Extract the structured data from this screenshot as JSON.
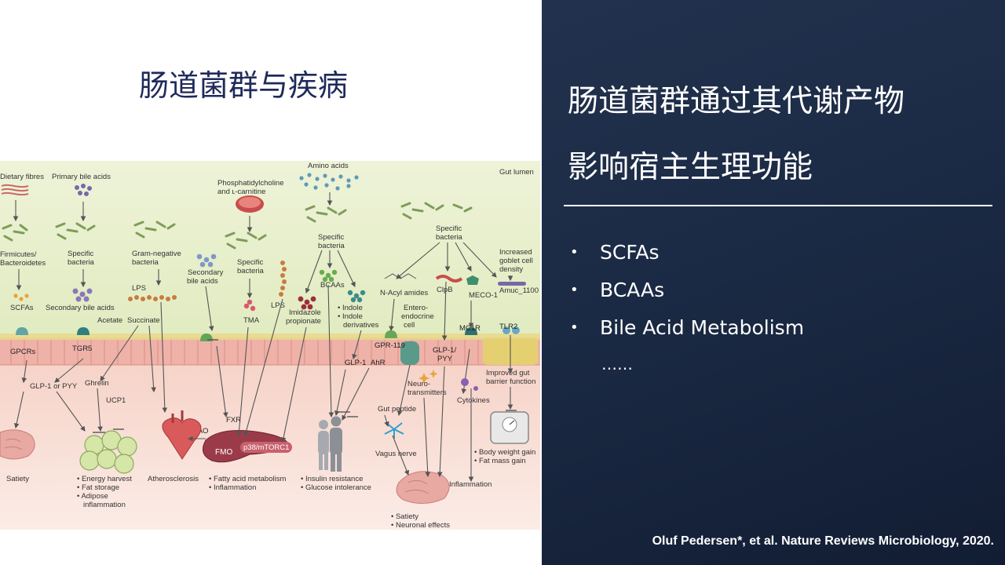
{
  "left_title": "肠道菌群与疾病",
  "figure_labels": {
    "gut_lumen": "Gut lumen",
    "dietary_fibres": "Dietary fibres",
    "primary_bile_acids": "Primary bile acids",
    "phosphatidylcholine": "Phosphatidylcholine",
    "and_carnitine": "and ʟ-carnitine",
    "amino_acids": "Amino acids",
    "firmicutes": "Firmicutes/",
    "bacteroidetes": "Bacteroidetes",
    "specific_bacteria_1": "Specific",
    "specific_bacteria_2": "bacteria",
    "gram_negative_1": "Gram-negative",
    "gram_negative_2": "bacteria",
    "secondary_bile_acids": "Secondary",
    "bile_acids": "bile acids",
    "scfas": "SCFAs",
    "secondary_bile_acids_2": "Secondary bile acids",
    "lps": "LPS",
    "lps2": "LPS",
    "tma": "TMA",
    "bcaas": "BCAAs",
    "imidazole": "Imidazole",
    "propionate": "propionate",
    "indole": "• Indole",
    "indole_derivatives_1": "• Indole",
    "indole_derivatives_2": "derivatives",
    "n_acyl_amides": "N-Acyl amides",
    "entero": "Entero-",
    "endocrine": "endocrine",
    "cell": "cell",
    "clpb": "ClpB",
    "meco1": "MECO-1",
    "increased": "Increased",
    "goblet_cell": "goblet cell",
    "density": "density",
    "amuc": "Amuc_1100",
    "acetate": "Acetate",
    "succinate": "Succinate",
    "gpcrs": "GPCRs",
    "tgr5": "TGR5",
    "gpr119": "GPR-119",
    "mc1r": "MC1R",
    "tlr2": "TLR2",
    "glp1_pyy": "GLP-1 or PYY",
    "ghrelin": "Ghrelin",
    "ucp1": "UCP1",
    "glp1": "GLP-1",
    "ahr": "AhR",
    "glp1_pyy_2a": "GLP-1/",
    "glp1_pyy_2b": "PYY",
    "improved_gut_1": "Improved gut",
    "improved_gut_2": "barrier function",
    "neurotransmitters_1": "Neuro-",
    "neurotransmitters_2": "transmitters",
    "gut_peptide": "Gut peptide",
    "cytokines": "Cytokines",
    "fxr": "FXR",
    "tmao": "TMAO",
    "fmo": "FMO",
    "p38": "p38/mTORC1",
    "vagus": "Vagus nerve",
    "satiety": "Satiety",
    "energy_harvest": "• Energy harvest",
    "fat_storage": "• Fat storage",
    "adipose_1": "• Adipose",
    "adipose_2": "inflammation",
    "atherosclerosis": "Atherosclerosis",
    "fatty_acid": "• Fatty acid metabolism",
    "inflammation_liver": "• Inflammation",
    "insulin": "• Insulin resistance",
    "glucose": "• Glucose intolerance",
    "inflammation": "Inflammation",
    "body_weight": "• Body weight gain",
    "fat_mass": "• Fat mass gain",
    "satiety_brain": "• Satiety",
    "neuronal": "• Neuronal effects"
  },
  "right_title_line1": "肠道菌群通过其代谢产物",
  "right_title_line2": "影响宿主生理功能",
  "bullet_symbol": "•",
  "bullets": [
    "SCFAs",
    "BCAAs",
    "Bile Acid Metabolism"
  ],
  "ellipsis": "……",
  "citation": "Oluf Pedersen*, et al. Nature Reviews Microbiology, 2020."
}
